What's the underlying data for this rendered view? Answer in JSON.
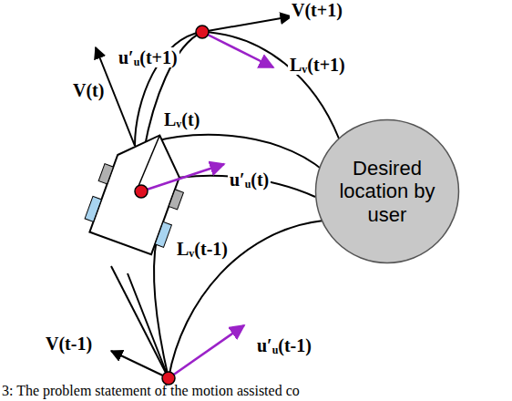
{
  "diagram": {
    "caption": "3: The problem statement of the motion assisted co",
    "nodes": [
      {
        "text": [
          "Desired location by user"
        ]
      }
    ],
    "labels": [
      "V(t+1)",
      "u′ᵤ(t+1)",
      "Lᵥ(t+1)",
      "V(t)",
      "Lᵥ(t)",
      "u′ᵤ(t)",
      "Lᵥ(t-1)",
      "V(t-1)",
      "u′ᵤ(t-1)"
    ]
  }
}
